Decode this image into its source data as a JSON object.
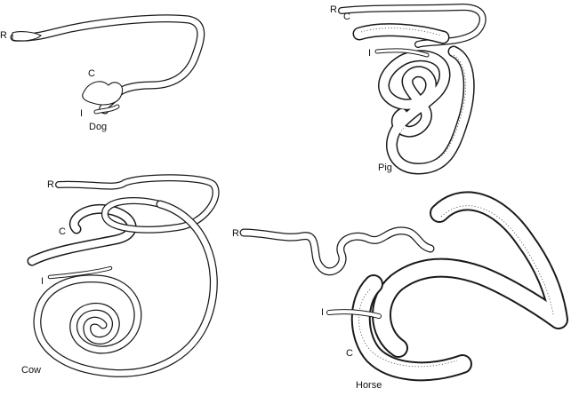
{
  "panels": [
    {
      "id": "dog",
      "caption": "Dog",
      "labels": {
        "r": "R",
        "c": "C",
        "i": "I"
      }
    },
    {
      "id": "pig",
      "caption": "Pig",
      "labels": {
        "r": "R",
        "c": "C",
        "i": "I"
      }
    },
    {
      "id": "cow",
      "caption": "Cow",
      "labels": {
        "r": "R",
        "c": "C",
        "i": "I"
      }
    },
    {
      "id": "horse",
      "caption": "Horse",
      "labels": {
        "r": "R",
        "c": "C",
        "i": "I"
      }
    }
  ],
  "colors": {
    "line": "#1a1a1a",
    "background": "#ffffff"
  }
}
